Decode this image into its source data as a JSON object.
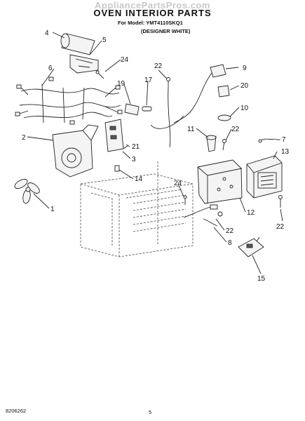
{
  "header": {
    "watermark": "AppliancePartsPros.com",
    "title": "OVEN INTERIOR PARTS",
    "model_line": "For Model: YMT4110SKQ1",
    "variant": "(DESIGNER WHITE)"
  },
  "callouts": [
    "4",
    "5",
    "24",
    "6",
    "22",
    "9",
    "19",
    "17",
    "20",
    "10",
    "2",
    "11",
    "22",
    "7",
    "13",
    "21",
    "3",
    "14",
    "24",
    "1",
    "12",
    "22",
    "22",
    "8",
    "15"
  ],
  "footer": {
    "doc_number": "8206262",
    "page_number": "5"
  }
}
